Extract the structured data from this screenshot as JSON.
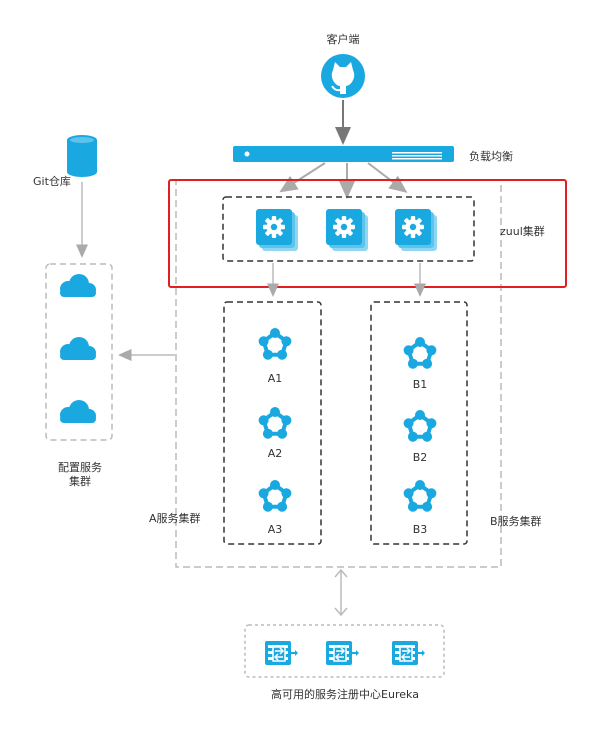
{
  "labels": {
    "client": "客户端",
    "load_balancer": "负载均衡",
    "git_repo": "Git仓库",
    "config_cluster_line1": "配置服务",
    "config_cluster_line2": "集群",
    "zuul_cluster": "zuul集群",
    "a_cluster": "A服务集群",
    "b_cluster": "B服务集群",
    "eureka": "高可用的服务注册中心Eureka"
  },
  "a_nodes": [
    "A1",
    "A2",
    "A3"
  ],
  "b_nodes": [
    "B1",
    "B2",
    "B3"
  ],
  "colors": {
    "accent": "#1aa8e0",
    "highlight_border": "#e02020",
    "dashed_dark": "#333333",
    "dashed_light": "#bbbbbb",
    "arrow": "#aaaaaa"
  },
  "icons": {
    "client": "github-octocat-icon",
    "git": "database-icon",
    "config": "cloud-icon",
    "zuul": "gear-stack-icon",
    "service": "molecule-icon",
    "eureka": "server-exchange-icon"
  }
}
